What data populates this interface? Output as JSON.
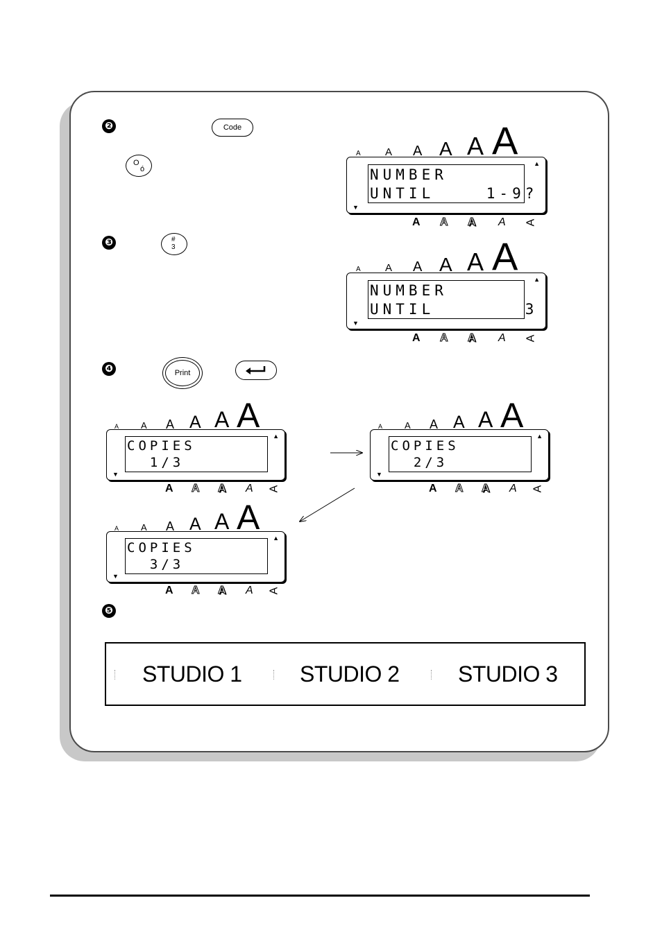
{
  "steps": [
    {
      "badge": "❷"
    },
    {
      "badge": "❸"
    },
    {
      "badge": "❹"
    },
    {
      "badge": "❺"
    }
  ],
  "keys": {
    "code": "Code",
    "o_key_top": "O",
    "o_key_bottom": "ó",
    "hash_key_top": "#",
    "hash_key_bottom": "3",
    "print": "Print",
    "enter_icon": "return-arrow"
  },
  "size_indicators": [
    "A",
    "A",
    "A",
    "A",
    "A",
    "A"
  ],
  "style_indicators": [
    "A",
    "A",
    "A",
    "A",
    "A"
  ],
  "displays": [
    {
      "line1": "NUMBER",
      "line2": "UNTIL    1-9?"
    },
    {
      "line1": "NUMBER",
      "line2": "UNTIL       3"
    },
    {
      "line1": "COPIES",
      "line2": "  1/3"
    },
    {
      "line1": "COPIES",
      "line2": "  2/3"
    },
    {
      "line1": "COPIES",
      "line2": "  3/3"
    }
  ],
  "label_tape": [
    "STUDIO 1",
    "STUDIO 2",
    "STUDIO 3"
  ]
}
